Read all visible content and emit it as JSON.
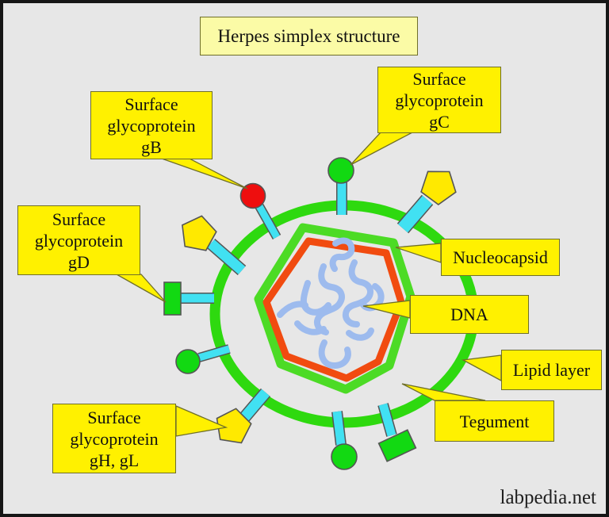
{
  "title": "Herpes simplex structure",
  "watermark": "labpedia.net",
  "labels": {
    "gB": {
      "lines": [
        "Surface",
        "glycoprotein",
        "gB"
      ]
    },
    "gC": {
      "lines": [
        "Surface",
        "glycoprotein",
        "gC"
      ]
    },
    "gD": {
      "lines": [
        "Surface",
        "glycoprotein",
        "gD"
      ]
    },
    "gHgL": {
      "lines": [
        "Surface",
        "glycoprotein",
        "gH, gL"
      ]
    },
    "nucleocapsid": "Nucleocapsid",
    "dna": "DNA",
    "lipid": "Lipid layer",
    "tegument": "Tegument"
  },
  "colors": {
    "bg": "#E7E7E7",
    "frame": "#161616",
    "label": "#FFF100",
    "title_bg": "#FBFBA6",
    "border": "#6F6F2A",
    "ring": "#2ED90F",
    "hexgreen": "#4CDB25",
    "capsid": "#F14B10",
    "dna": "#9DBBEE",
    "stalk": "#41E1F2",
    "headgreen": "#12D912",
    "headred": "#EE0E0E",
    "headyellow": "#FFE900",
    "outline": "#555555",
    "text": "#101010"
  },
  "diagram": {
    "virus_parts": [
      {
        "name": "Lipid layer",
        "depiction": "green outer envelope ring"
      },
      {
        "name": "Tegument",
        "depiction": "space between envelope and capsid"
      },
      {
        "name": "Nucleocapsid",
        "depiction": "orange hexagonal capsid with green outer hexagon"
      },
      {
        "name": "DNA",
        "depiction": "light blue coiled strands in the core"
      },
      {
        "name": "Surface glycoprotein gB",
        "depiction": "red knob spike"
      },
      {
        "name": "Surface glycoprotein gC",
        "depiction": "green knob spike"
      },
      {
        "name": "Surface glycoprotein gD",
        "depiction": "green rectangular spike"
      },
      {
        "name": "Surface glycoprotein gH, gL",
        "depiction": "yellow pentagon spike"
      }
    ]
  }
}
